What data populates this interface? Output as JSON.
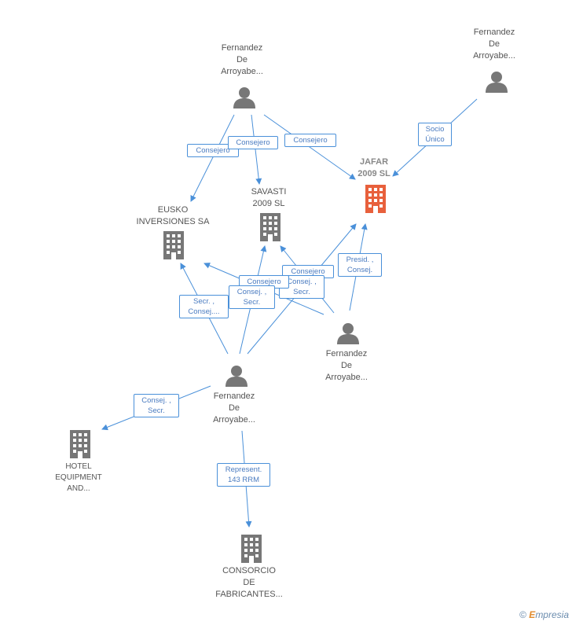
{
  "colors": {
    "edge": "#4a90d9",
    "person": "#777777",
    "company": "#777777",
    "company_main": "#e8603c"
  },
  "nodes": {
    "person_top": {
      "label": "Fernandez\nDe\nArroyabe...",
      "icon": "person-icon"
    },
    "person_topright": {
      "label": "Fernandez\nDe\nArroyabe...",
      "icon": "person-icon"
    },
    "jafar": {
      "label": "JAFAR\n2009 SL",
      "icon": "building-icon"
    },
    "savasti": {
      "label": "SAVASTI\n2009 SL",
      "icon": "building-icon"
    },
    "eusko": {
      "label": "EUSKO\nINVERSIONES SA",
      "icon": "building-icon"
    },
    "person_right": {
      "label": "Fernandez\nDe\nArroyabe...",
      "icon": "person-icon"
    },
    "person_center": {
      "label": "Fernandez\nDe\nArroyabe...",
      "icon": "person-icon"
    },
    "hotel": {
      "label": "HOTEL\nEQUIPMENT\nAND...",
      "icon": "building-icon"
    },
    "consorcio": {
      "label": "CONSORCIO\nDE\nFABRICANTES...",
      "icon": "building-icon"
    }
  },
  "edge_labels": {
    "consejero_a": "Consejero",
    "consejero_b": "Consejero",
    "consejero_c": "Consejero",
    "socio_unico": "Socio\nÚnico",
    "presid_consej": "Presid. ,\nConsej.",
    "consejero_d": "Consejero",
    "consej_secr_a": "Consej. ,\nSecr.",
    "consejero_e": "Consejero",
    "secr_consej": "Secr. ,\nConsej....",
    "consej_secr_b": "Consej. ,\nSecr.",
    "consej_secr_c": "Consej. ,\nSecr.",
    "represent": "Represent.\n143 RRM"
  },
  "footer": {
    "copyright": "©",
    "brand_e": "E",
    "brand_rest": "mpresia"
  }
}
